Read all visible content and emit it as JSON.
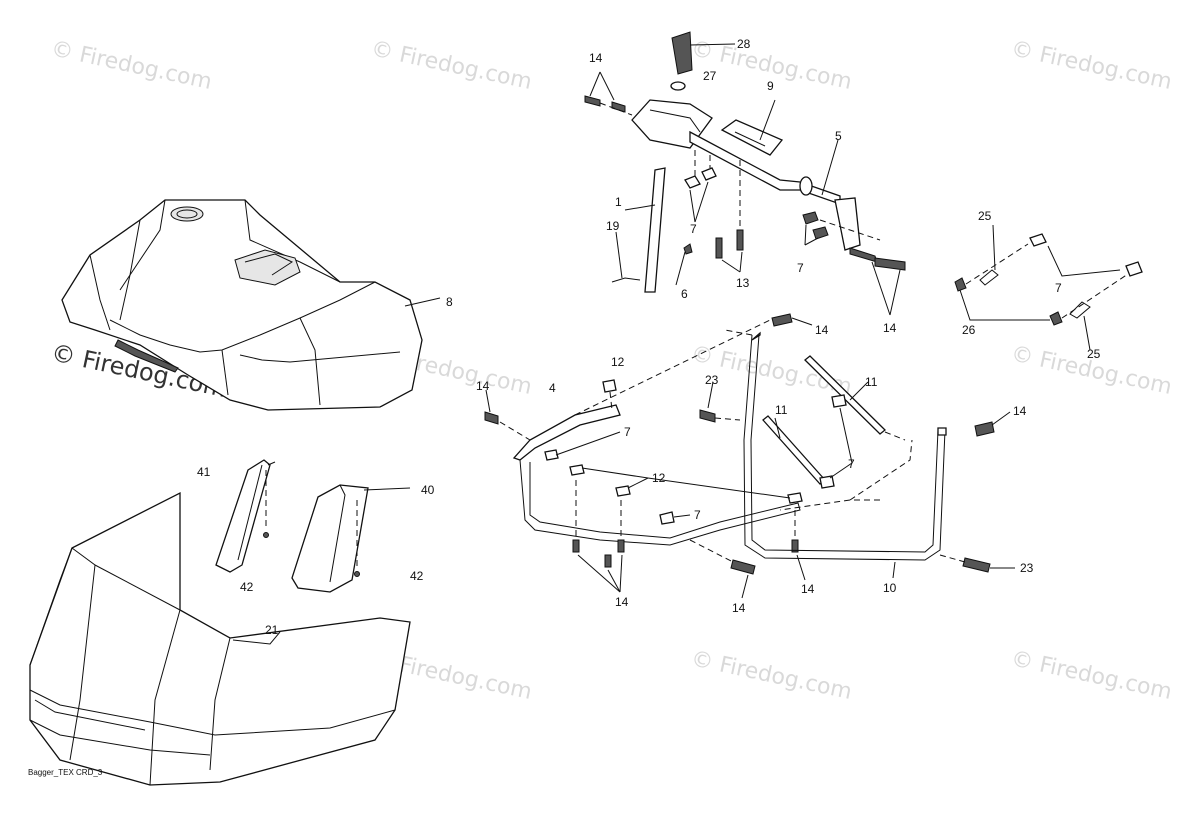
{
  "diagram": {
    "caption": "Bagger_TEX CRD_3",
    "watermark": "© Firedog.com",
    "labels": {
      "l28": "28",
      "l27": "27",
      "l14a": "14",
      "l9": "9",
      "l5": "5",
      "l1": "1",
      "l19": "19",
      "l6": "6",
      "l7a": "7",
      "l13": "13",
      "l7b": "7",
      "l14b": "14",
      "l25a": "25",
      "l7c": "7",
      "l26": "26",
      "l25b": "25",
      "l8": "8",
      "l14c": "14",
      "l12a": "12",
      "l14d": "14",
      "l4": "4",
      "l7d": "7",
      "l23a": "23",
      "l11a": "11",
      "l11b": "11",
      "l14e": "14",
      "l7e": "7",
      "l12b": "12",
      "l7f": "7",
      "l41": "41",
      "l40": "40",
      "l42a": "42",
      "l42b": "42",
      "l14f": "14",
      "l14g": "14",
      "l14h": "14",
      "l10": "10",
      "l23b": "23",
      "l21": "21"
    }
  }
}
